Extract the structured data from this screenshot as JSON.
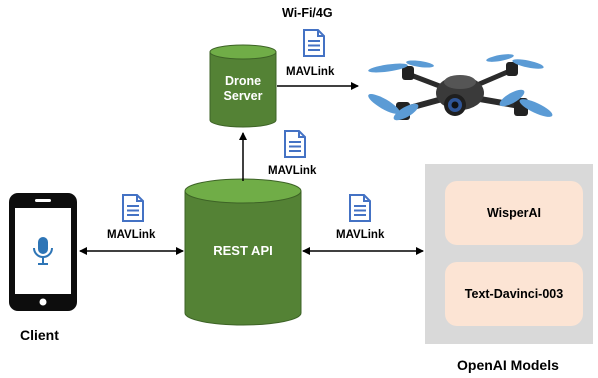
{
  "nodes": {
    "drone_server": {
      "line1": "Drone",
      "line2": "Server"
    },
    "rest_api": {
      "label": "REST API"
    },
    "client": {
      "label": "Client"
    },
    "openai_models": {
      "label": "OpenAI Models",
      "models": [
        "WisperAI",
        "Text-Davinci-003"
      ]
    }
  },
  "links": {
    "wifi_label": "Wi-Fi/4G",
    "protocol_label": "MAVLink"
  },
  "colors": {
    "cylinder_fill": "#548235",
    "cylinder_top": "#70ad47",
    "cylinder_stroke": "#3d6326",
    "doc_icon": "#4472c4",
    "panel_gray": "#d9d9d9",
    "model_box": "#fce4d4",
    "mic_icon": "#2e75b6",
    "drone_propeller": "#5b9bd5"
  },
  "icons": [
    "document-icon",
    "smartphone-icon",
    "microphone-icon",
    "drone-icon"
  ]
}
